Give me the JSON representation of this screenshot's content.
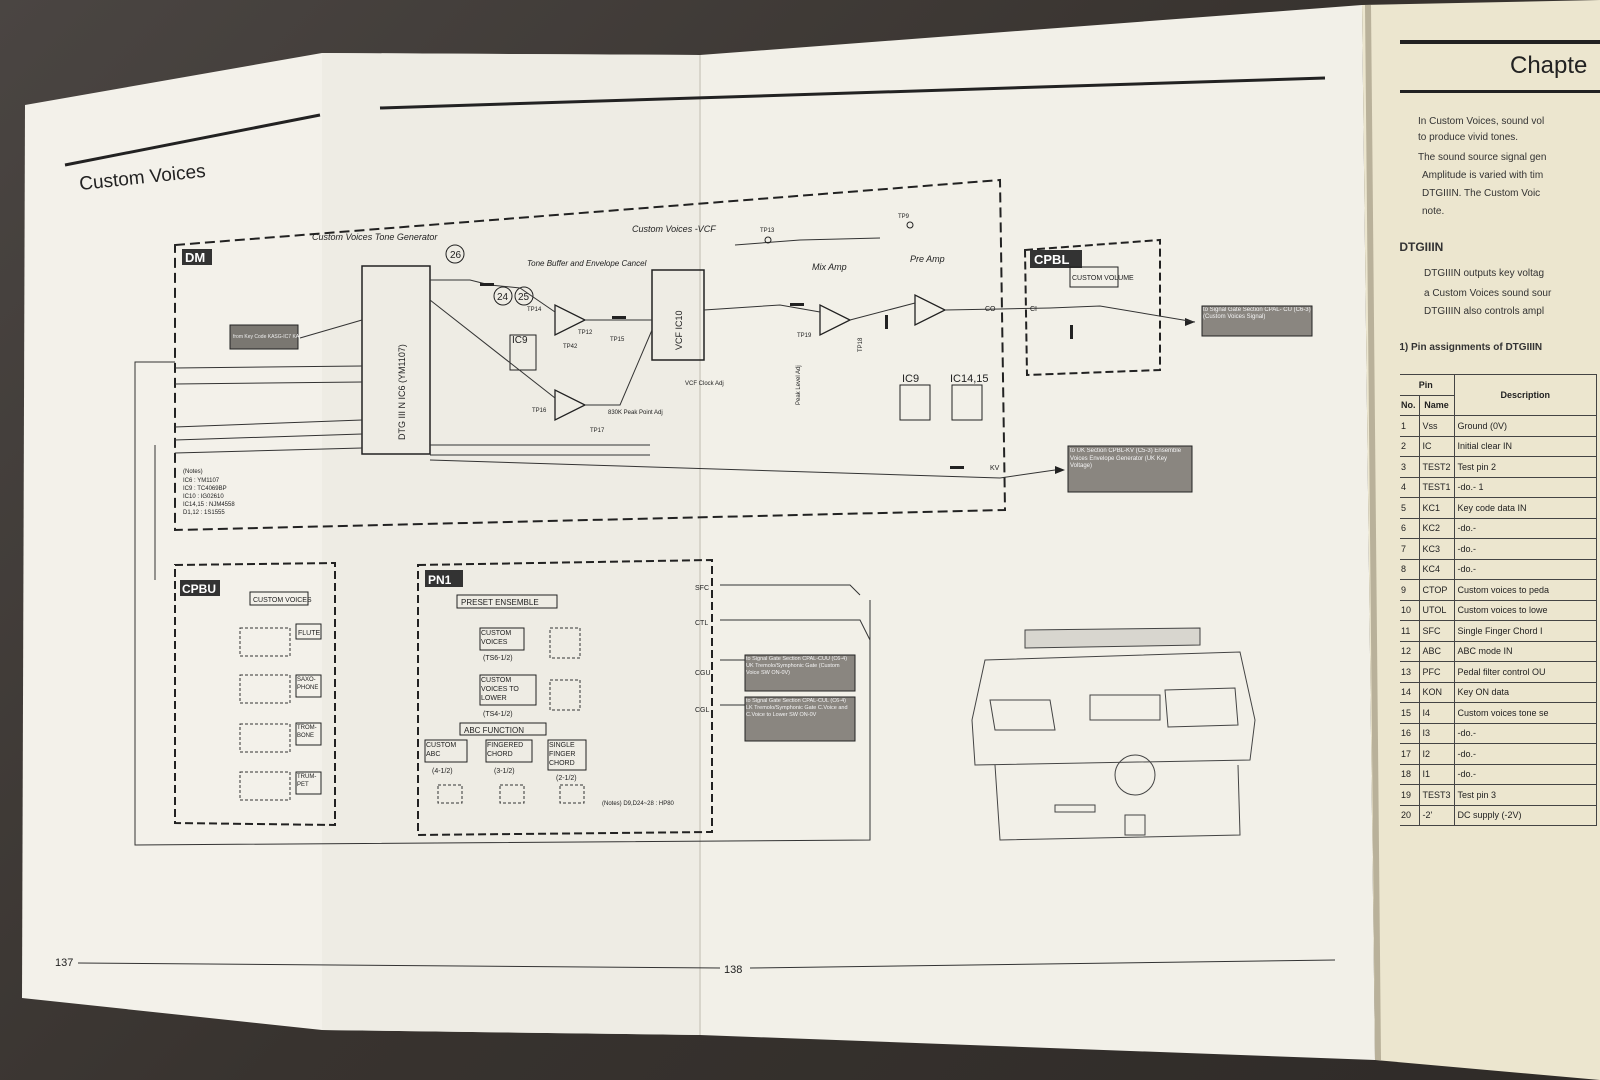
{
  "left_page": {
    "title": "Custom Voices",
    "page_number_left": "137",
    "page_number_center": "138"
  },
  "schematic": {
    "heading_tone_gen": "Custom Voices Tone Generator",
    "heading_vcf": "Custom Voices -VCF",
    "heading_mix_amp": "Mix Amp",
    "heading_pre_amp": "Pre Amp",
    "heading_tone_buffer": "Tone Buffer and Envelope Cancel",
    "block_dm": "DM",
    "block_cpbl": "CPBL",
    "block_cpbu": "CPBU",
    "block_pn1": "PN1",
    "custom_volume": "CUSTOM VOLUME",
    "ic6_label": "DTG III N IC6 (YM1107)",
    "ic10_label": "VCF IC10",
    "ic9": "IC9",
    "ic14_15": "IC14,15",
    "circle_26": "26",
    "circle_24": "24",
    "circle_25": "25",
    "tp13": "TP13",
    "tp9": "TP9",
    "tp14": "TP14",
    "tp12": "TP12",
    "tp42": "TP42",
    "tp15": "TP15",
    "tp16": "TP16",
    "tp17": "TP17",
    "tp19": "TP19",
    "tp18": "TP18",
    "vcf_clock": "VCF Clock Adj",
    "peak_point": "830K Peak Point Adj",
    "peak_level": "Peak Level Adj",
    "from_key_code": "from Key Code KASG-IC7 KASB IC8",
    "to_signal_gate_cu": "to Signal Gate Section CPAL- CU (C6-3) (Custom Voices Signal)",
    "to_uk_section": "to UK Section CPBL-KV (C5-3) Ensemble Voices Envelope Generator (UK Key Voltage)",
    "notes_title": "(Notes)",
    "notes_lines": [
      "IC6 : YM1107",
      "IC9 : TC4069BP",
      "IC10 : IG02610",
      "IC14,15 : NJM4558",
      "D1,12 : 1S1555"
    ],
    "cpbu_title": "CUSTOM VOICES",
    "cpbu_buttons": [
      "FLUTE",
      "SAXO-PHONE",
      "TROM-BONE",
      "TRUM-PET"
    ],
    "pn1_preset": "PRESET ENSEMBLE",
    "pn1_custom_voices": "CUSTOM VOICES",
    "pn1_ts6": "(TS6-1/2)",
    "pn1_to_lower": "CUSTOM VOICES TO LOWER",
    "pn1_ts4": "(TS4-1/2)",
    "pn1_abc": "ABC FUNCTION",
    "pn1_custom_abc": "CUSTOM ABC",
    "pn1_fingered": "FINGERED CHORD",
    "pn1_single": "SINGLE FINGER CHORD",
    "pn1_s1": "(4-1/2)",
    "pn1_s2": "(3-1/2)",
    "pn1_s3": "(2-1/2)",
    "pn1_notes": "(Notes) D9,D24~28 : HP80",
    "to_signal_gate_cuu": "to Signal Gate Section CPAL-CUU (C6-4) UK Tremolo/Symphonic Gate (Custom Voice SW ON-0V)",
    "to_signal_gate_cul": "to Signal Gate Section CPAL-CUL (C6-4) LK Tremolo/Symphonic Gate C.Voice and C.Voice to Lower SW ON-0V",
    "sig_sfc": "SFC",
    "sig_ctl": "CTL",
    "sig_cgu": "CGU",
    "sig_cgl": "CGL",
    "sig_co": "CO",
    "sig_ci": "CI",
    "sig_kv": "KV"
  },
  "right_page": {
    "chapter": "Chapte",
    "intro_lines": [
      "In Custom Voices, sound vol",
      "to produce vivid tones.",
      "The sound source signal gen",
      "Amplitude is varied with tim",
      "DTGIIIN. The Custom Voic",
      "note."
    ],
    "section": "1.  DTGIIIN",
    "section_lines": [
      "DTGIIIN outputs key voltag",
      "a Custom Voices sound sour",
      "DTGIIIN also controls ampl"
    ],
    "subsection": "(1)  Pin assignments of DTGIIIN",
    "table_header": {
      "pin": "Pin",
      "no": "No.",
      "name": "Name",
      "desc": "Description"
    },
    "rows": [
      {
        "no": "1",
        "name": "Vss",
        "desc": "Ground (0V)"
      },
      {
        "no": "2",
        "name": "IC",
        "desc": "Initial clear IN"
      },
      {
        "no": "3",
        "name": "TEST2",
        "desc": "Test pin 2"
      },
      {
        "no": "4",
        "name": "TEST1",
        "desc": "-do.-  1"
      },
      {
        "no": "5",
        "name": "KC1",
        "desc": "Key code data IN"
      },
      {
        "no": "6",
        "name": "KC2",
        "desc": "-do.-"
      },
      {
        "no": "7",
        "name": "KC3",
        "desc": "-do.-"
      },
      {
        "no": "8",
        "name": "KC4",
        "desc": "-do.-"
      },
      {
        "no": "9",
        "name": "CTOP",
        "desc": "Custom voices to peda"
      },
      {
        "no": "10",
        "name": "UTOL",
        "desc": "Custom voices to lowe"
      },
      {
        "no": "11",
        "name": "SFC",
        "desc": "Single Finger Chord I"
      },
      {
        "no": "12",
        "name": "ABC",
        "desc": "ABC mode IN"
      },
      {
        "no": "13",
        "name": "PFC",
        "desc": "Pedal filter control OU"
      },
      {
        "no": "14",
        "name": "KON",
        "desc": "Key ON data"
      },
      {
        "no": "15",
        "name": "I4",
        "desc": "Custom voices tone se"
      },
      {
        "no": "16",
        "name": "I3",
        "desc": "-do.-"
      },
      {
        "no": "17",
        "name": "I2",
        "desc": "-do.-"
      },
      {
        "no": "18",
        "name": "I1",
        "desc": "-do.-"
      },
      {
        "no": "19",
        "name": "TEST3",
        "desc": "Test pin 3"
      },
      {
        "no": "20",
        "name": "-2'",
        "desc": "DC supply (-2V)"
      }
    ]
  }
}
